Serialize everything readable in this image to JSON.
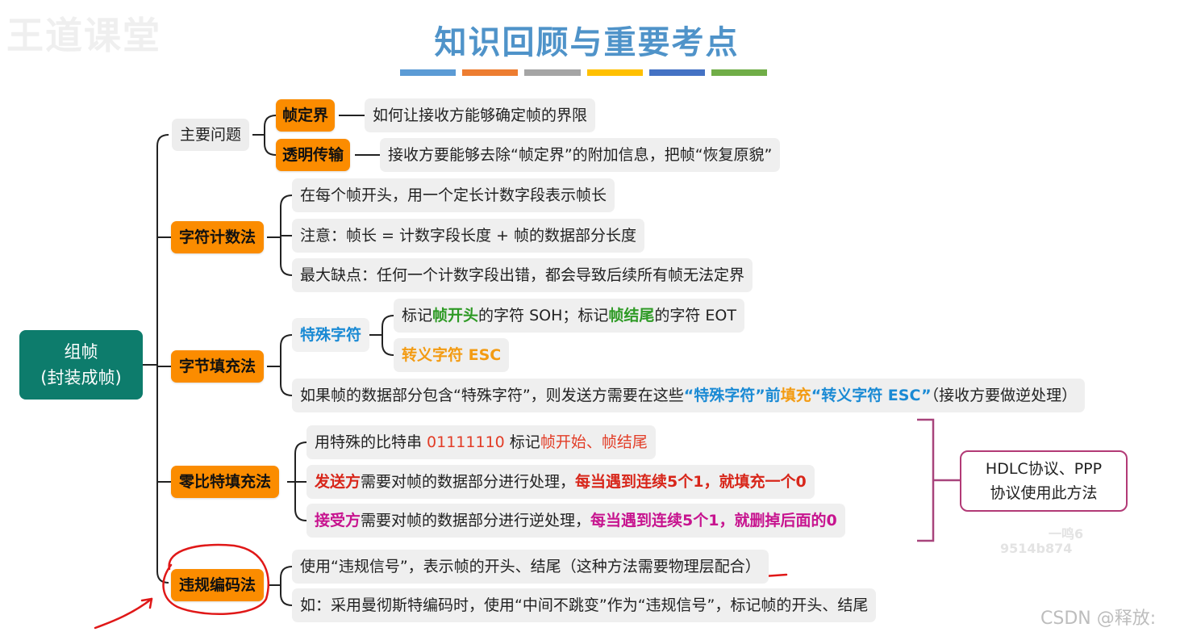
{
  "watermark_logo": "王道课堂",
  "title": "知识回顾与重要考点",
  "title_bar_colors": [
    "#5b9bd5",
    "#ed7d31",
    "#a5a5a5",
    "#ffc000",
    "#4472c4",
    "#70ad47"
  ],
  "root": {
    "line1": "组帧",
    "line2": "(封装成帧)"
  },
  "main_problem": {
    "label": "主要问题",
    "items": [
      {
        "label": "帧定界",
        "text": "如何让接收方能够确定帧的界限"
      },
      {
        "label": "透明传输",
        "text": "接收方要能够去除“帧定界”的附加信息，把帧“恢复原貌”"
      }
    ]
  },
  "char_count": {
    "label": "字符计数法",
    "items": [
      "在每个帧开头，用一个定长计数字段表示帧长",
      "注意：帧长 = 计数字段长度 + 帧的数据部分长度",
      "最大缺点：任何一个计数字段出错，都会导致后续所有帧无法定界"
    ]
  },
  "byte_stuff": {
    "label": "字节填充法",
    "special_label": "特殊字符",
    "special_line": {
      "p1": "标记",
      "p2": "帧开头",
      "p3": "的字符 SOH；标记",
      "p4": "帧结尾",
      "p5": "的字符 EOT"
    },
    "escape": "转义字符 ESC",
    "rule": {
      "p1": "如果帧的数据部分包含“特殊字符”，则发送方需要在这些",
      "p2": "“特殊字符”前",
      "p3": "填充",
      "p4": "“转义字符 ESC”",
      "p5": "（接收方要做逆处理）"
    }
  },
  "zero_stuff": {
    "label": "零比特填充法",
    "line1": {
      "p1": "用特殊的比特串 ",
      "p2": "01111110",
      "p3": " 标记",
      "p4": "帧开始、帧结尾"
    },
    "line2": {
      "p1": "发送方",
      "p2": "需要对帧的数据部分进行处理，",
      "p3": "每当遇到连续5个1，就填充一个0"
    },
    "line3": {
      "p1": "接受方",
      "p2": "需要对帧的数据部分进行逆处理，",
      "p3": "每当遇到连续5个1，就删掉后面的0"
    }
  },
  "hdlc_note": {
    "line1": "HDLC协议、PPP",
    "line2": "协议使用此方法"
  },
  "faint_marks": [
    "一鸣6",
    "9514b874"
  ],
  "violation": {
    "label": "违规编码法",
    "line1": "使用“违规信号”，表示帧的开头、结尾（这种方法需要物理层配合）",
    "line2": "如：采用曼彻斯特编码时，使用“中间不跳变”作为“违规信号”，标记帧的开头、结尾"
  },
  "csdn_watermark": "CSDN @释放:"
}
